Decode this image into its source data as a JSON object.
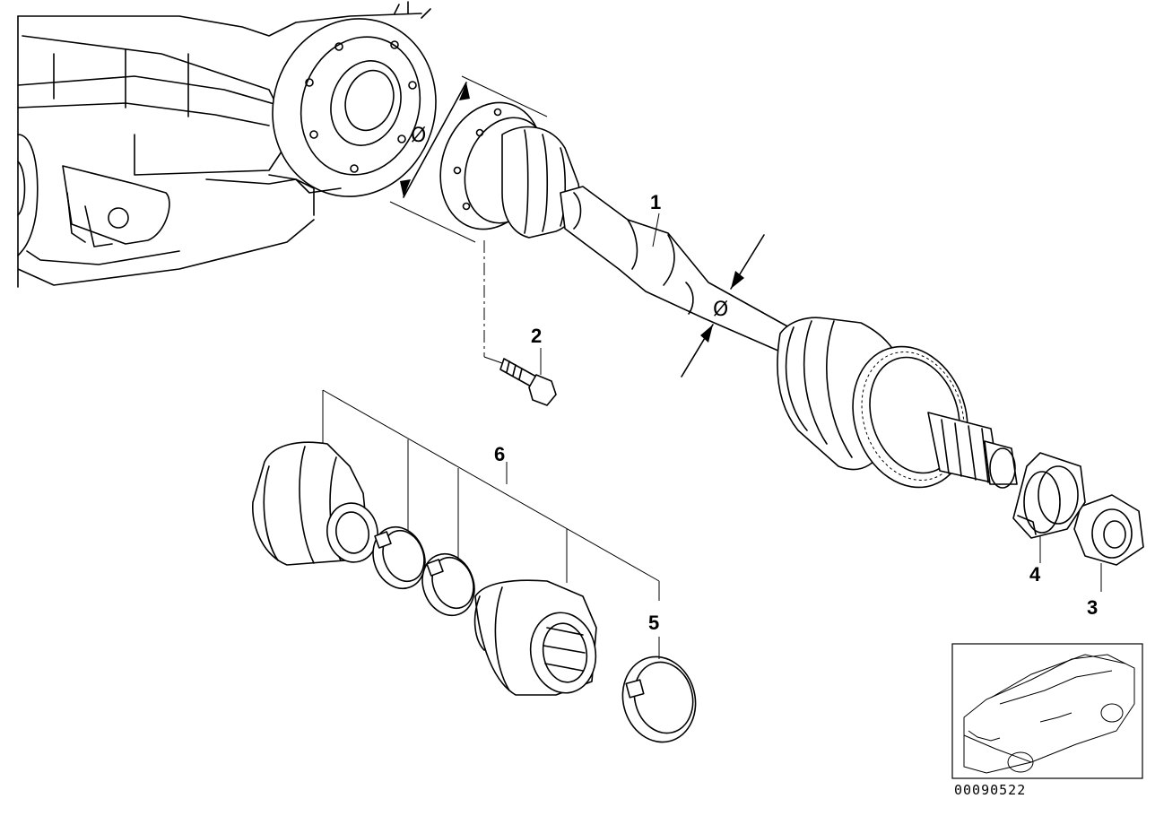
{
  "callouts": {
    "c1": "1",
    "c2": "2",
    "c3": "3",
    "c4": "4",
    "c5": "5",
    "c6": "6"
  },
  "diameter_symbol": "Ø",
  "diagram_code": "00090522"
}
